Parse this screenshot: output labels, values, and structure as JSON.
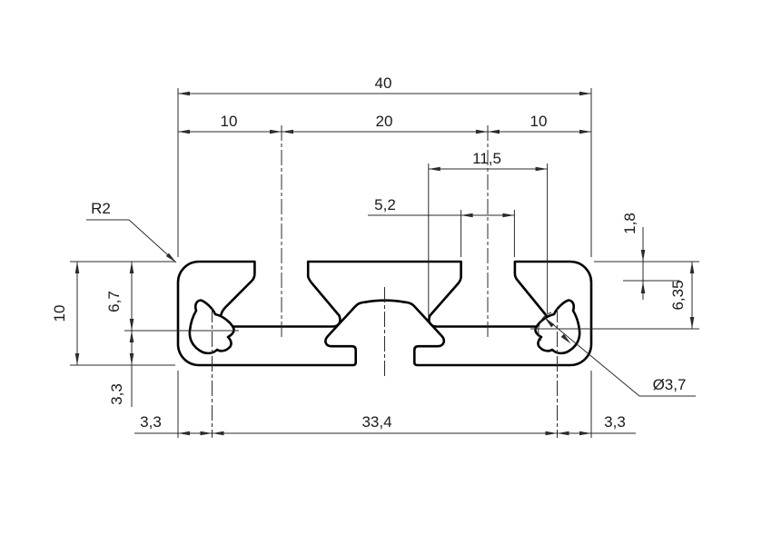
{
  "drawing": {
    "colors": {
      "background": "#ffffff",
      "lines": "#000000"
    },
    "dimensions": {
      "overall_width": "40",
      "pitch_left": "10",
      "pitch_center": "20",
      "pitch_right": "10",
      "slot_inner_width": "11,5",
      "slot_opening": "5,2",
      "lip_depth": "1,8",
      "slot_depth": "6,35",
      "overall_height": "10",
      "hole_top_offset": "6,7",
      "hole_bottom_offset": "3,3",
      "hole_left_offset": "3,3",
      "hole_spacing": "33,4",
      "hole_right_offset": "3,3",
      "corner_radius": "R2",
      "hole_diameter": "Ø3,7"
    }
  }
}
